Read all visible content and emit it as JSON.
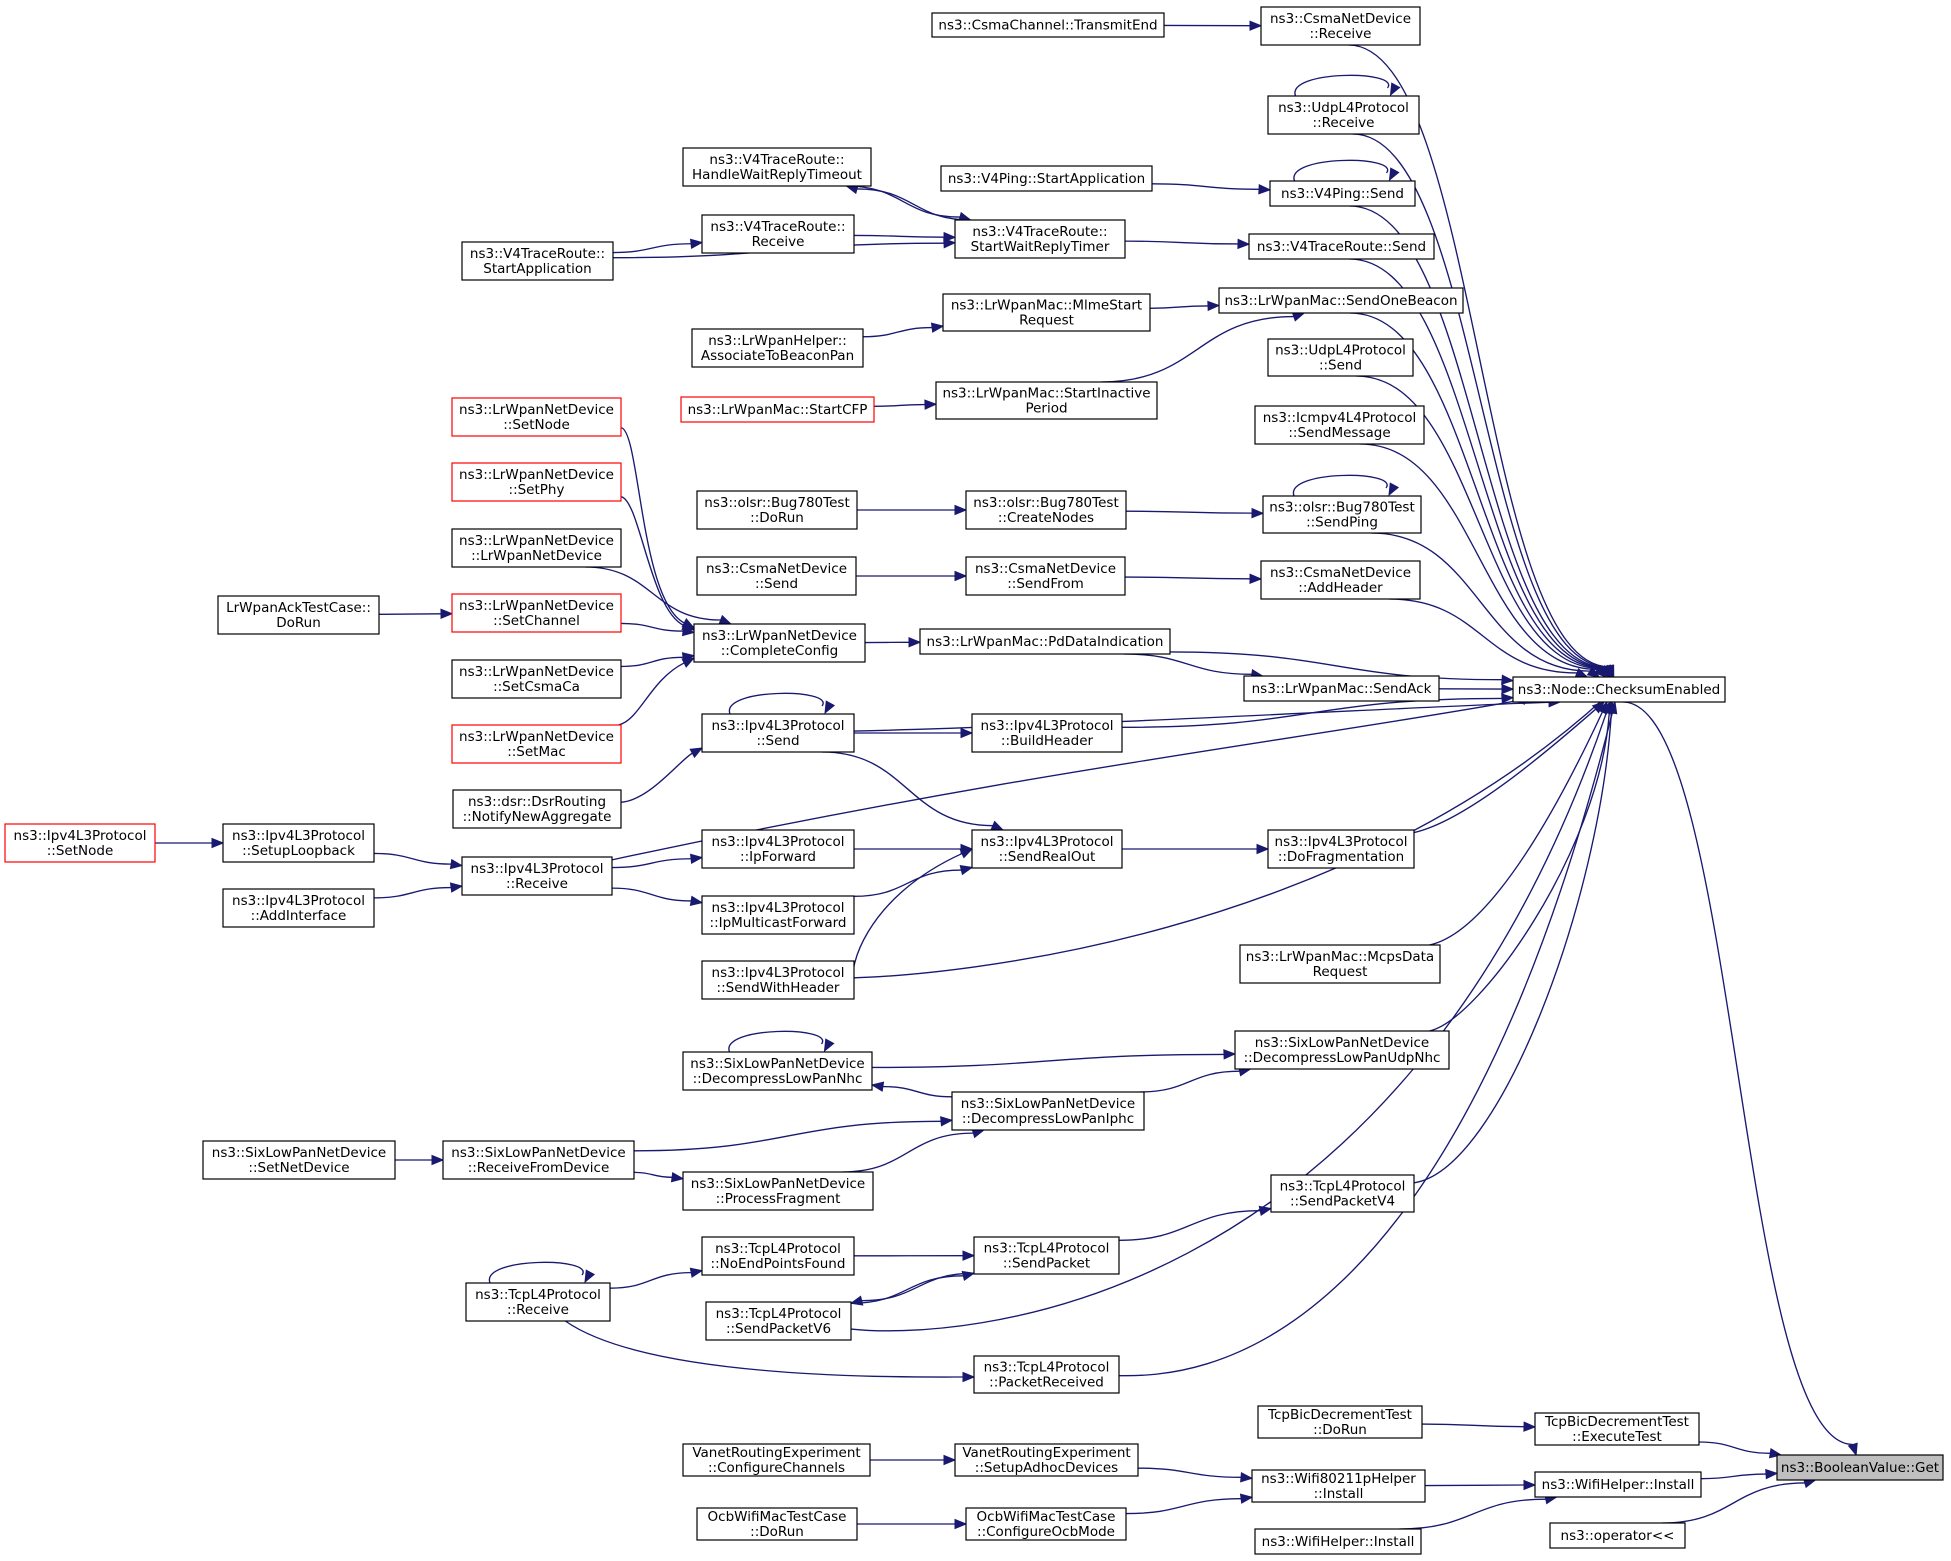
{
  "graph": {
    "title": "",
    "nodes": [
      {
        "id": "get",
        "lines": [
          "ns3::BooleanValue::Get"
        ],
        "style": "gray"
      },
      {
        "id": "checksum",
        "lines": [
          "ns3::Node::ChecksumEnabled"
        ]
      },
      {
        "id": "bicExec",
        "lines": [
          "TcpBicDecrementTest",
          "::ExecuteTest"
        ]
      },
      {
        "id": "bicRun",
        "lines": [
          "TcpBicDecrementTest",
          "::DoRun"
        ]
      },
      {
        "id": "wifiInstall",
        "lines": [
          "ns3::WifiHelper::Install"
        ]
      },
      {
        "id": "opOut",
        "lines": [
          "ns3::operator<<"
        ]
      },
      {
        "id": "wifi80211p",
        "lines": [
          "ns3::Wifi80211pHelper",
          "::Install"
        ]
      },
      {
        "id": "wifiInstall2",
        "lines": [
          "ns3::WifiHelper::Install"
        ]
      },
      {
        "id": "vanetSetup",
        "lines": [
          "VanetRoutingExperiment",
          "::SetupAdhocDevices"
        ]
      },
      {
        "id": "vanetCfg",
        "lines": [
          "VanetRoutingExperiment",
          "::ConfigureChannels"
        ]
      },
      {
        "id": "ocbCfg",
        "lines": [
          "OcbWifiMacTestCase",
          "::ConfigureOcbMode"
        ]
      },
      {
        "id": "ocbRun",
        "lines": [
          "OcbWifiMacTestCase",
          "::DoRun"
        ]
      },
      {
        "id": "csmaRecv",
        "lines": [
          "ns3::CsmaNetDevice",
          "::Receive"
        ]
      },
      {
        "id": "csmaTx",
        "lines": [
          "ns3::CsmaChannel::TransmitEnd"
        ]
      },
      {
        "id": "udpRecv",
        "lines": [
          "ns3::UdpL4Protocol",
          "::Receive"
        ]
      },
      {
        "id": "v4pingSend",
        "lines": [
          "ns3::V4Ping::Send"
        ]
      },
      {
        "id": "v4pingStart",
        "lines": [
          "ns3::V4Ping::StartApplication"
        ]
      },
      {
        "id": "v4trSend",
        "lines": [
          "ns3::V4TraceRoute::Send"
        ]
      },
      {
        "id": "v4trTimer",
        "lines": [
          "ns3::V4TraceRoute::",
          "StartWaitReplyTimer"
        ]
      },
      {
        "id": "v4trTimeout",
        "lines": [
          "ns3::V4TraceRoute::",
          "HandleWaitReplyTimeout"
        ]
      },
      {
        "id": "v4trRecv",
        "lines": [
          "ns3::V4TraceRoute::",
          "Receive"
        ]
      },
      {
        "id": "v4trStartApp",
        "lines": [
          "ns3::V4TraceRoute::",
          "StartApplication"
        ]
      },
      {
        "id": "sendOneBeacon",
        "lines": [
          "ns3::LrWpanMac::SendOneBeacon"
        ]
      },
      {
        "id": "mlmeStart",
        "lines": [
          "ns3::LrWpanMac::MlmeStart",
          "Request"
        ]
      },
      {
        "id": "assocBeacon",
        "lines": [
          "ns3::LrWpanHelper::",
          "AssociateToBeaconPan"
        ]
      },
      {
        "id": "startInactive",
        "lines": [
          "ns3::LrWpanMac::StartInactive",
          "Period"
        ]
      },
      {
        "id": "startCFP",
        "lines": [
          "ns3::LrWpanMac::StartCFP"
        ],
        "style": "red"
      },
      {
        "id": "udpSend",
        "lines": [
          "ns3::UdpL4Protocol",
          "::Send"
        ]
      },
      {
        "id": "icmpSend",
        "lines": [
          "ns3::Icmpv4L4Protocol",
          "::SendMessage"
        ]
      },
      {
        "id": "olsrPing",
        "lines": [
          "ns3::olsr::Bug780Test",
          "::SendPing"
        ]
      },
      {
        "id": "olsrCreate",
        "lines": [
          "ns3::olsr::Bug780Test",
          "::CreateNodes"
        ]
      },
      {
        "id": "olsrRun",
        "lines": [
          "ns3::olsr::Bug780Test",
          "::DoRun"
        ]
      },
      {
        "id": "csmaAddHdr",
        "lines": [
          "ns3::CsmaNetDevice",
          "::AddHeader"
        ]
      },
      {
        "id": "csmaSendFrom",
        "lines": [
          "ns3::CsmaNetDevice",
          "::SendFrom"
        ]
      },
      {
        "id": "csmaSend",
        "lines": [
          "ns3::CsmaNetDevice",
          "::Send"
        ]
      },
      {
        "id": "pdData",
        "lines": [
          "ns3::LrWpanMac::PdDataIndication"
        ]
      },
      {
        "id": "completeCfg",
        "lines": [
          "ns3::LrWpanNetDevice",
          "::CompleteConfig"
        ]
      },
      {
        "id": "lrSetNode",
        "lines": [
          "ns3::LrWpanNetDevice",
          "::SetNode"
        ],
        "style": "red"
      },
      {
        "id": "lrSetPhy",
        "lines": [
          "ns3::LrWpanNetDevice",
          "::SetPhy"
        ],
        "style": "red"
      },
      {
        "id": "lrCtor",
        "lines": [
          "ns3::LrWpanNetDevice",
          "::LrWpanNetDevice"
        ]
      },
      {
        "id": "lrSetChannel",
        "lines": [
          "ns3::LrWpanNetDevice",
          "::SetChannel"
        ],
        "style": "red"
      },
      {
        "id": "lrAckRun",
        "lines": [
          "LrWpanAckTestCase::",
          "DoRun"
        ]
      },
      {
        "id": "lrSetCsma",
        "lines": [
          "ns3::LrWpanNetDevice",
          "::SetCsmaCa"
        ]
      },
      {
        "id": "lrSetMac",
        "lines": [
          "ns3::LrWpanNetDevice",
          "::SetMac"
        ],
        "style": "red"
      },
      {
        "id": "sendAck",
        "lines": [
          "ns3::LrWpanMac::SendAck"
        ]
      },
      {
        "id": "ipSend",
        "lines": [
          "ns3::Ipv4L3Protocol",
          "::Send"
        ]
      },
      {
        "id": "ipBuildHdr",
        "lines": [
          "ns3::Ipv4L3Protocol",
          "::BuildHeader"
        ]
      },
      {
        "id": "dsrNotify",
        "lines": [
          "ns3::dsr::DsrRouting",
          "::NotifyNewAggregate"
        ]
      },
      {
        "id": "ipRecv",
        "lines": [
          "ns3::Ipv4L3Protocol",
          "::Receive"
        ]
      },
      {
        "id": "ipLoop",
        "lines": [
          "ns3::Ipv4L3Protocol",
          "::SetupLoopback"
        ]
      },
      {
        "id": "ipSetNode",
        "lines": [
          "ns3::Ipv4L3Protocol",
          "::SetNode"
        ],
        "style": "red"
      },
      {
        "id": "ipAddIf",
        "lines": [
          "ns3::Ipv4L3Protocol",
          "::AddInterface"
        ]
      },
      {
        "id": "ipFwd",
        "lines": [
          "ns3::Ipv4L3Protocol",
          "::IpForward"
        ]
      },
      {
        "id": "ipMcast",
        "lines": [
          "ns3::Ipv4L3Protocol",
          "::IpMulticastForward"
        ]
      },
      {
        "id": "ipSendHdr",
        "lines": [
          "ns3::Ipv4L3Protocol",
          "::SendWithHeader"
        ]
      },
      {
        "id": "ipRealOut",
        "lines": [
          "ns3::Ipv4L3Protocol",
          "::SendRealOut"
        ]
      },
      {
        "id": "ipFrag",
        "lines": [
          "ns3::Ipv4L3Protocol",
          "::DoFragmentation"
        ]
      },
      {
        "id": "mcpsData",
        "lines": [
          "ns3::LrWpanMac::McpsData",
          "Request"
        ]
      },
      {
        "id": "sixUdpNhc",
        "lines": [
          "ns3::SixLowPanNetDevice",
          "::DecompressLowPanUdpNhc"
        ]
      },
      {
        "id": "sixNhc",
        "lines": [
          "ns3::SixLowPanNetDevice",
          "::DecompressLowPanNhc"
        ]
      },
      {
        "id": "sixIphc",
        "lines": [
          "ns3::SixLowPanNetDevice",
          "::DecompressLowPanIphc"
        ]
      },
      {
        "id": "sixRecvDev",
        "lines": [
          "ns3::SixLowPanNetDevice",
          "::ReceiveFromDevice"
        ]
      },
      {
        "id": "sixSetNet",
        "lines": [
          "ns3::SixLowPanNetDevice",
          "::SetNetDevice"
        ]
      },
      {
        "id": "sixFrag",
        "lines": [
          "ns3::SixLowPanNetDevice",
          "::ProcessFragment"
        ]
      },
      {
        "id": "tcpSendV4",
        "lines": [
          "ns3::TcpL4Protocol",
          "::SendPacketV4"
        ]
      },
      {
        "id": "tcpSendPkt",
        "lines": [
          "ns3::TcpL4Protocol",
          "::SendPacket"
        ]
      },
      {
        "id": "tcpNoEnd",
        "lines": [
          "ns3::TcpL4Protocol",
          "::NoEndPointsFound"
        ]
      },
      {
        "id": "tcpRecv",
        "lines": [
          "ns3::TcpL4Protocol",
          "::Receive"
        ]
      },
      {
        "id": "tcpSendV6",
        "lines": [
          "ns3::TcpL4Protocol",
          "::SendPacketV6"
        ]
      },
      {
        "id": "tcpPktRecv",
        "lines": [
          "ns3::TcpL4Protocol",
          "::PacketReceived"
        ]
      }
    ],
    "edges": [
      [
        "checksum",
        "get"
      ],
      [
        "bicExec",
        "get"
      ],
      [
        "wifiInstall",
        "get"
      ],
      [
        "opOut",
        "get"
      ],
      [
        "bicRun",
        "bicExec"
      ],
      [
        "wifi80211p",
        "wifiInstall"
      ],
      [
        "wifiInstall2",
        "wifiInstall"
      ],
      [
        "vanetSetup",
        "wifi80211p"
      ],
      [
        "ocbCfg",
        "wifi80211p"
      ],
      [
        "vanetCfg",
        "vanetSetup"
      ],
      [
        "ocbRun",
        "ocbCfg"
      ],
      [
        "csmaRecv",
        "checksum"
      ],
      [
        "udpRecv",
        "checksum"
      ],
      [
        "v4pingSend",
        "checksum"
      ],
      [
        "v4trSend",
        "checksum"
      ],
      [
        "sendOneBeacon",
        "checksum"
      ],
      [
        "udpSend",
        "checksum"
      ],
      [
        "icmpSend",
        "checksum"
      ],
      [
        "olsrPing",
        "checksum"
      ],
      [
        "csmaAddHdr",
        "checksum"
      ],
      [
        "pdData",
        "checksum"
      ],
      [
        "sendAck",
        "checksum"
      ],
      [
        "ipBuildHdr",
        "checksum"
      ],
      [
        "ipSend",
        "checksum"
      ],
      [
        "ipRecv",
        "checksum"
      ],
      [
        "ipFrag",
        "checksum"
      ],
      [
        "ipSendHdr",
        "checksum"
      ],
      [
        "mcpsData",
        "checksum"
      ],
      [
        "sixUdpNhc",
        "checksum"
      ],
      [
        "tcpSendV4",
        "checksum"
      ],
      [
        "tcpSendV6",
        "checksum"
      ],
      [
        "tcpPktRecv",
        "checksum"
      ],
      [
        "csmaTx",
        "csmaRecv"
      ],
      [
        "udpRecv",
        "udpRecv"
      ],
      [
        "v4pingSend",
        "v4pingSend"
      ],
      [
        "v4pingStart",
        "v4pingSend"
      ],
      [
        "v4trTimer",
        "v4trSend"
      ],
      [
        "v4trTimer",
        "v4trTimeout"
      ],
      [
        "v4trTimeout",
        "v4trTimer"
      ],
      [
        "v4trRecv",
        "v4trTimer"
      ],
      [
        "v4trStartApp",
        "v4trTimer"
      ],
      [
        "v4trStartApp",
        "v4trRecv"
      ],
      [
        "mlmeStart",
        "sendOneBeacon"
      ],
      [
        "startInactive",
        "sendOneBeacon"
      ],
      [
        "assocBeacon",
        "mlmeStart"
      ],
      [
        "startCFP",
        "startInactive"
      ],
      [
        "olsrPing",
        "olsrPing"
      ],
      [
        "olsrCreate",
        "olsrPing"
      ],
      [
        "olsrRun",
        "olsrCreate"
      ],
      [
        "csmaSendFrom",
        "csmaAddHdr"
      ],
      [
        "csmaSend",
        "csmaSendFrom"
      ],
      [
        "completeCfg",
        "pdData"
      ],
      [
        "pdData",
        "sendAck"
      ],
      [
        "lrSetNode",
        "completeCfg"
      ],
      [
        "lrSetPhy",
        "completeCfg"
      ],
      [
        "lrCtor",
        "completeCfg"
      ],
      [
        "lrSetChannel",
        "completeCfg"
      ],
      [
        "lrSetCsma",
        "completeCfg"
      ],
      [
        "lrSetMac",
        "completeCfg"
      ],
      [
        "lrAckRun",
        "lrSetChannel"
      ],
      [
        "ipSend",
        "ipSend"
      ],
      [
        "ipSend",
        "ipBuildHdr"
      ],
      [
        "dsrNotify",
        "ipSend"
      ],
      [
        "ipSend",
        "ipRealOut"
      ],
      [
        "ipLoop",
        "ipRecv"
      ],
      [
        "ipAddIf",
        "ipRecv"
      ],
      [
        "ipSetNode",
        "ipLoop"
      ],
      [
        "ipRecv",
        "ipFwd"
      ],
      [
        "ipRecv",
        "ipMcast"
      ],
      [
        "ipFwd",
        "ipRealOut"
      ],
      [
        "ipMcast",
        "ipRealOut"
      ],
      [
        "ipSendHdr",
        "ipRealOut"
      ],
      [
        "ipRealOut",
        "ipFrag"
      ],
      [
        "sixNhc",
        "sixNhc"
      ],
      [
        "sixNhc",
        "sixUdpNhc"
      ],
      [
        "sixIphc",
        "sixUdpNhc"
      ],
      [
        "sixIphc",
        "sixNhc"
      ],
      [
        "sixRecvDev",
        "sixIphc"
      ],
      [
        "sixFrag",
        "sixIphc"
      ],
      [
        "sixSetNet",
        "sixRecvDev"
      ],
      [
        "sixRecvDev",
        "sixFrag"
      ],
      [
        "tcpSendPkt",
        "tcpSendV4"
      ],
      [
        "tcpNoEnd",
        "tcpSendPkt"
      ],
      [
        "tcpSendV6",
        "tcpSendPkt"
      ],
      [
        "tcpSendPkt",
        "tcpSendV6"
      ],
      [
        "tcpRecv",
        "tcpNoEnd"
      ],
      [
        "tcpRecv",
        "tcpRecv"
      ],
      [
        "tcpRecv",
        "tcpPktRecv"
      ]
    ],
    "colors": {
      "edge": "#191970",
      "border": "#000000",
      "border_highlight": "#ff0000",
      "root_fill": "#bfbfbf"
    }
  }
}
